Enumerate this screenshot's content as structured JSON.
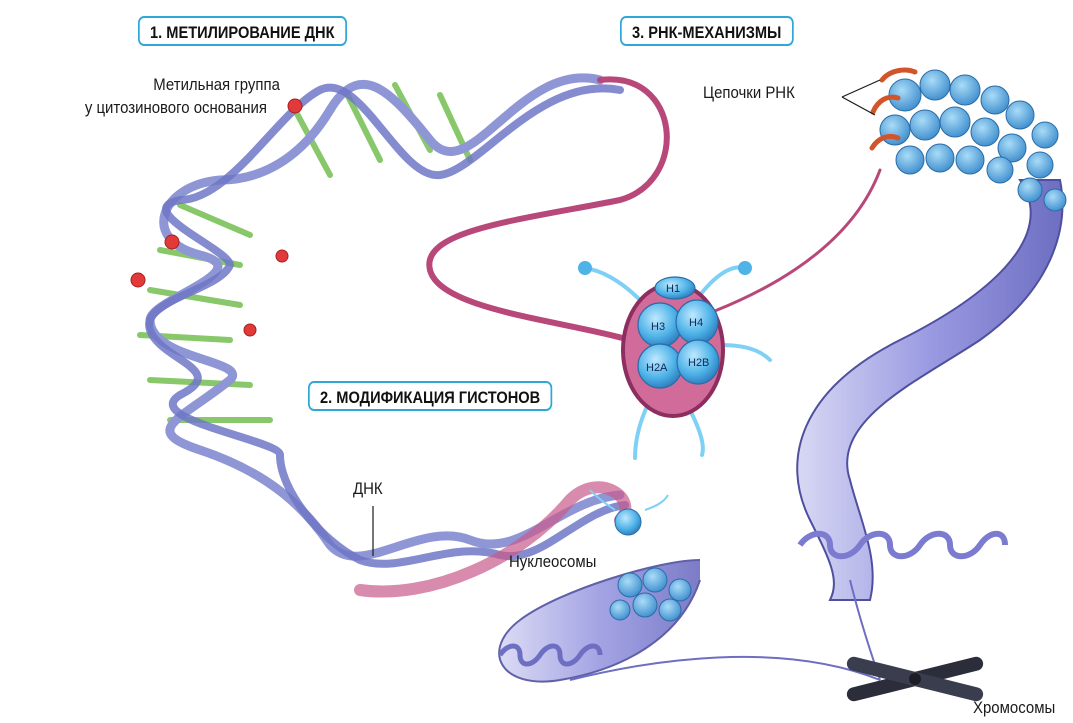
{
  "badges": {
    "dna_methylation": "1. МЕТИЛИРОВАНИЕ ДНК",
    "histone_modification": "2. МОДИФИКАЦИЯ ГИСТОНОВ",
    "rna_mechanisms": "3. РНК-МЕХАНИЗМЫ"
  },
  "labels": {
    "methyl_group_line1": "Метильная группа",
    "methyl_group_line2": "у цитозинового основания",
    "dna": "ДНК",
    "nucleosomes": "Нуклеосомы",
    "rna_chains": "Цепочки РНК",
    "chromosomes": "Хромосомы"
  },
  "histones": {
    "h1": "H1",
    "h3": "H3",
    "h4": "H4",
    "h2a": "H2A",
    "h2b": "H2B"
  },
  "colors": {
    "badge_border": "#2fa8d8",
    "dna_backbone": "#8f96d6",
    "dna_base_pairs": "#7cc35a",
    "methyl_marker": "#e23a3a",
    "dna_linker": "#b8487a",
    "histone_core": "#4fb3e8",
    "chromatin": "#8a8ad8"
  }
}
